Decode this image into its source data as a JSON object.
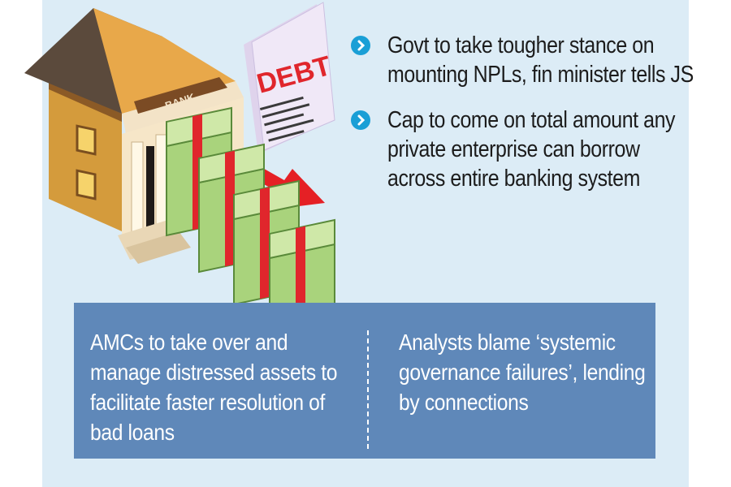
{
  "illustration": {
    "bank_sign": "BANK",
    "debt_label": "DEBT"
  },
  "bullets": [
    {
      "text": "Govt to take tougher stance on mounting NPLs, fin minister tells JS"
    },
    {
      "text": "Cap to come on total amount any private enterprise can borrow across entire banking system"
    }
  ],
  "bottom_box": {
    "left_text": "AMCs to take over and manage distressed assets to facilitate faster resolution of bad loans",
    "right_text": "Analysts blame ‘systemic governance failures’, lending by connections"
  },
  "colors": {
    "panel_background": "#dcecf6",
    "bottom_box": "#5f88b9",
    "bullet_icon": "#1a9fd6",
    "debt_red": "#e0262c",
    "arrow_red": "#e52025",
    "money_green": "#a9d37c"
  },
  "icons": {
    "bullet": "chevron-right-circle-icon"
  }
}
